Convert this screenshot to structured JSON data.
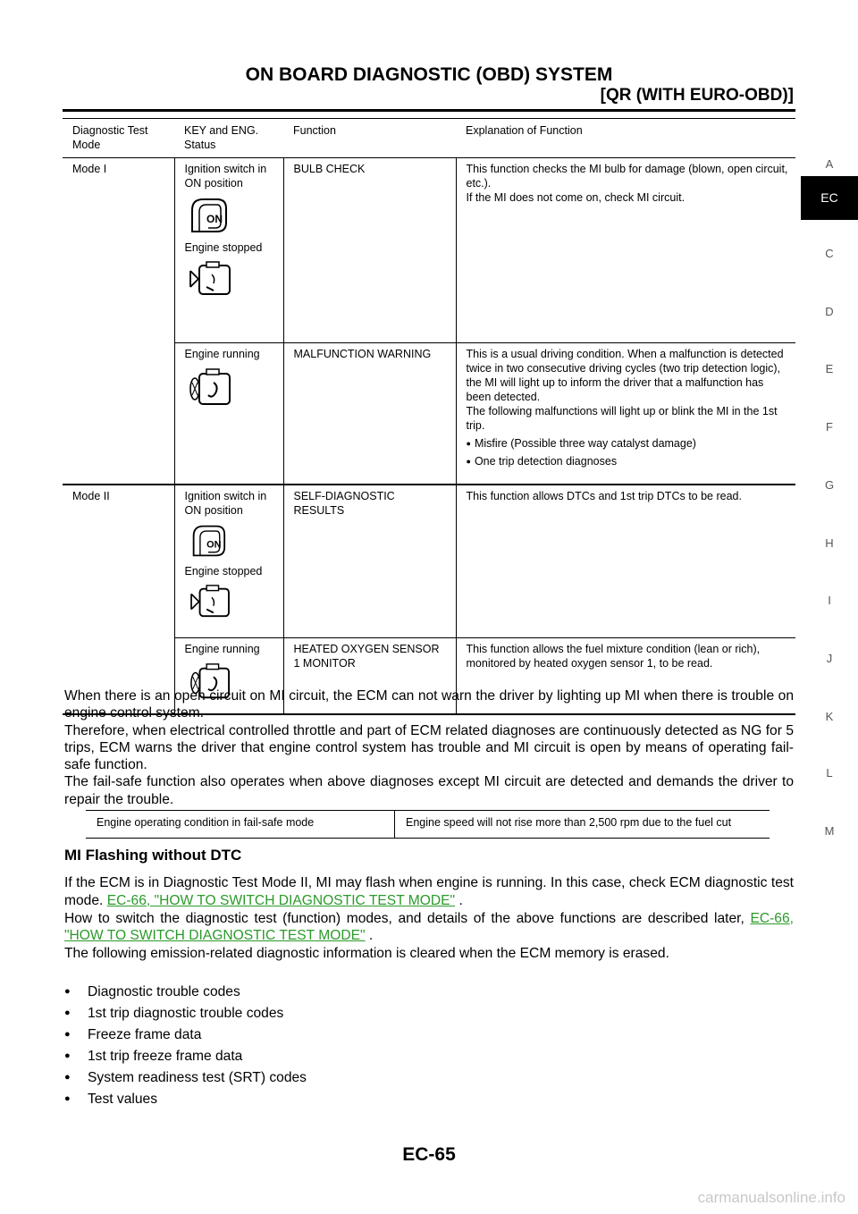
{
  "header": {
    "title": "ON BOARD DIAGNOSTIC (OBD) SYSTEM",
    "subtitle": "[QR (WITH EURO-OBD)]"
  },
  "side_index": {
    "letters": [
      "A",
      "EC",
      "C",
      "D",
      "E",
      "F",
      "G",
      "H",
      "I",
      "J",
      "K",
      "L",
      "M"
    ],
    "active": "EC"
  },
  "table": {
    "headers": [
      "Diagnostic Test Mode",
      "KEY and ENG. Status",
      "Function",
      "Explanation of Function"
    ],
    "mode1": {
      "mode": "Mode I",
      "row1": {
        "status_a": "Ignition switch in ON position",
        "status_b": "Engine stopped",
        "function": "BULB CHECK",
        "explanation": "This function checks the MI bulb for damage (blown, open circuit, etc.).",
        "explanation2": "If the MI does not come on, check MI circuit."
      },
      "row2": {
        "status": "Engine running",
        "function": "MALFUNCTION WARNING",
        "explanation": "This is a usual driving condition. When a malfunction is detected twice in two consecutive driving cycles (two trip detection logic), the MI will light up to inform the driver that a malfunction has been detected.",
        "explanation2": "The following malfunctions will light up or blink the MI in the 1st trip.",
        "bullets": [
          "Misfire (Possible three way catalyst damage)",
          "One trip detection diagnoses"
        ]
      }
    },
    "mode2": {
      "mode": "Mode II",
      "row1": {
        "status_a": "Ignition switch in ON position",
        "status_b": "Engine stopped",
        "function": "SELF-DIAGNOSTIC RESULTS",
        "explanation": "This function allows DTCs and 1st trip DTCs to be read."
      },
      "row2": {
        "status": "Engine running",
        "function": "HEATED OXYGEN SENSOR 1 MONITOR",
        "explanation": "This function allows the fuel mixture condition (lean or rich), monitored by heated oxygen sensor 1, to be read."
      }
    },
    "icons": {
      "key": "ignition-key-on-icon",
      "engine_stopped": "engine-stopped-icon",
      "engine_running": "engine-running-icon"
    }
  },
  "body": {
    "p1": "When there is an open circuit on MI circuit, the ECM can not warn the driver by lighting up MI when there is trouble on engine control system.",
    "p2": "Therefore, when electrical controlled throttle and part of ECM related diagnoses are continuously detected as NG for 5 trips, ECM warns the driver that engine control system has trouble and MI circuit is open by means of operating fail-safe function.",
    "p3": "The fail-safe function also operates when above diagnoses except MI circuit are detected and demands the driver to repair the trouble."
  },
  "failsafe": {
    "condition": "Engine operating condition in fail-safe mode",
    "result": "Engine speed will not rise more than 2,500 rpm due to the fuel cut"
  },
  "section": {
    "heading": "MI Flashing without DTC",
    "p1": "If the ECM is in Diagnostic Test Mode II, MI may flash when engine is running. In this case, check ECM diagnostic test mode.",
    "link1": "EC-66, \"HOW TO SWITCH DIAGNOSTIC TEST MODE\"",
    "p2": "How to switch the diagnostic test (function) modes, and details of the above functions are described later,",
    "link2": "EC-66, \"HOW TO SWITCH DIAGNOSTIC TEST MODE\"",
    "period": ".",
    "p3": "The following emission-related diagnostic information is cleared when the ECM memory is erased.",
    "items": [
      "Diagnostic trouble codes",
      "1st trip diagnostic trouble codes",
      "Freeze frame data",
      "1st trip freeze frame data",
      "System readiness test (SRT) codes",
      "Test values"
    ]
  },
  "footer": {
    "page": "EC-65"
  },
  "watermark": "carmanualsonline.info"
}
